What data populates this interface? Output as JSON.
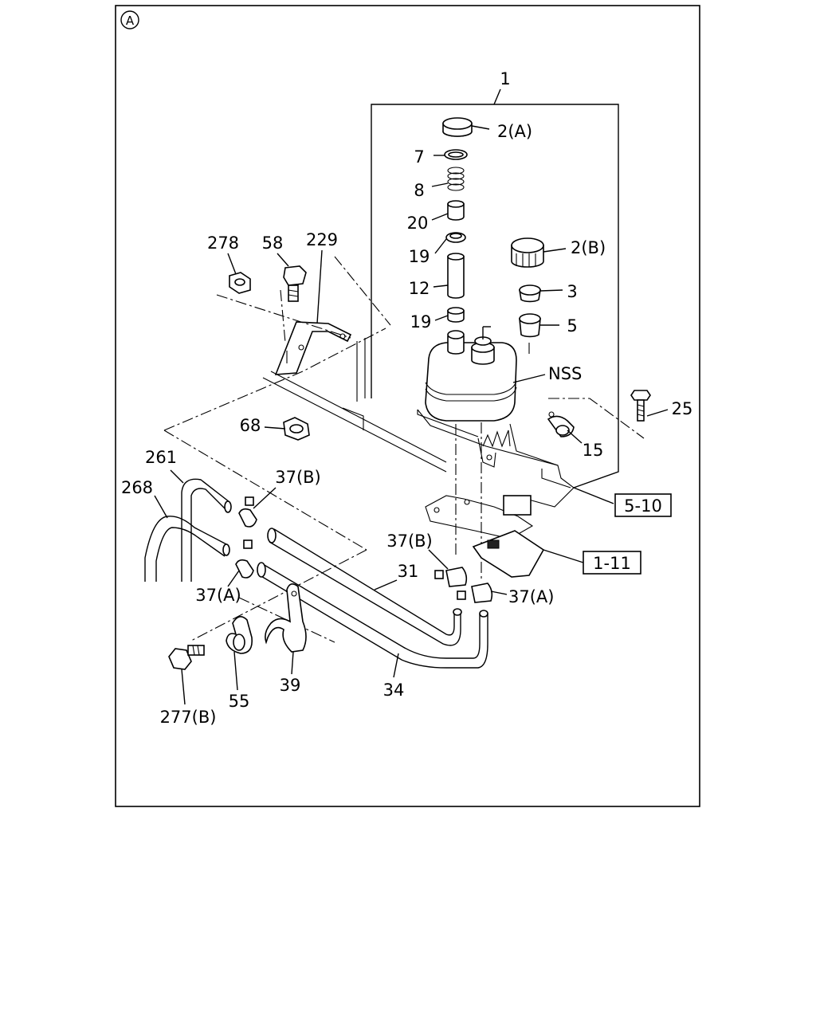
{
  "diagram": {
    "section_marker": "A",
    "labels": {
      "l1": "1",
      "l2a": "2(A)",
      "l2b": "2(B)",
      "l3": "3",
      "l5": "5",
      "l7": "7",
      "l8": "8",
      "l12": "12",
      "l15": "15",
      "l19a": "19",
      "l19b": "19",
      "l20": "20",
      "l25": "25",
      "l31": "31",
      "l34": "34",
      "l37a_left": "37(A)",
      "l37a_right": "37(A)",
      "l37b_top": "37(B)",
      "l37b_mid": "37(B)",
      "l39": "39",
      "l55": "55",
      "l58": "58",
      "l68": "68",
      "l229": "229",
      "l261": "261",
      "l268": "268",
      "l277b": "277(B)",
      "l278": "278",
      "nss": "NSS",
      "ref_510": "5-10",
      "ref_111": "1-11"
    }
  }
}
